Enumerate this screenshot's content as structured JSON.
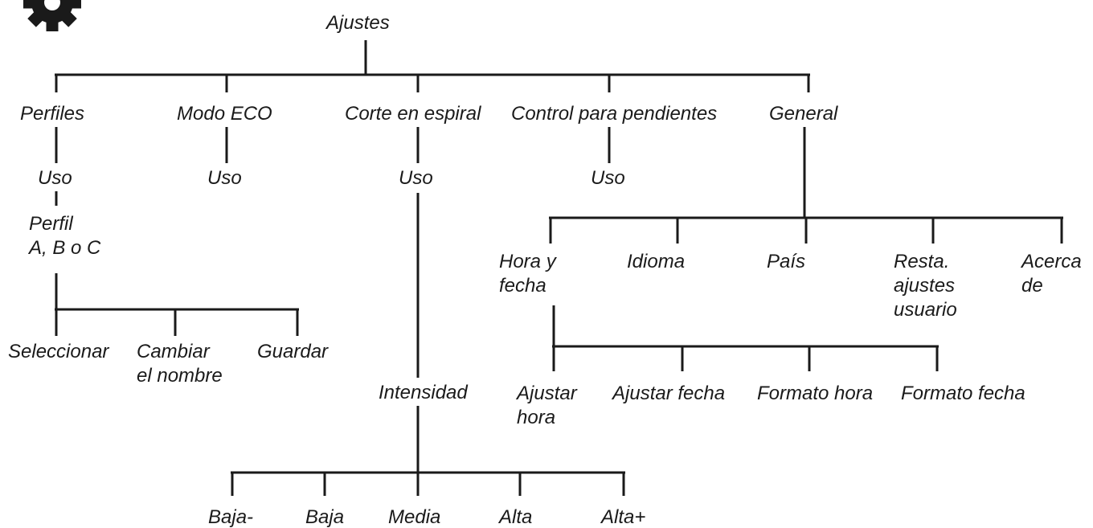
{
  "colors": {
    "line": "#1a1a1a",
    "text": "#1a1a1a",
    "icon": "#1a1a1a",
    "background": "#ffffff"
  },
  "icons": {
    "settings": "gear-icon"
  },
  "tree": {
    "root": "Ajustes",
    "perfiles": {
      "label": "Perfiles",
      "uso": "Uso",
      "perfil": "Perfil\nA, B o C",
      "seleccionar": "Seleccionar",
      "cambiar_nombre": "Cambiar\nel nombre",
      "guardar": "Guardar"
    },
    "modo_eco": {
      "label": "Modo ECO",
      "uso": "Uso"
    },
    "corte_espiral": {
      "label": "Corte en espiral",
      "uso": "Uso",
      "intensidad": "Intensidad",
      "niveles": [
        "Baja-",
        "Baja",
        "Media",
        "Alta",
        "Alta+"
      ]
    },
    "control_pendientes": {
      "label": "Control para pendientes",
      "uso": "Uso"
    },
    "general": {
      "label": "General",
      "hora_fecha": "Hora y\nfecha",
      "idioma": "Idioma",
      "pais": "País",
      "resta_ajustes": "Resta.\najustes\nusuario",
      "acerca": "Acerca\nde",
      "ajustar_hora": "Ajustar\nhora",
      "ajustar_fecha": "Ajustar fecha",
      "formato_hora": "Formato hora",
      "formato_fecha": "Formato fecha"
    }
  }
}
